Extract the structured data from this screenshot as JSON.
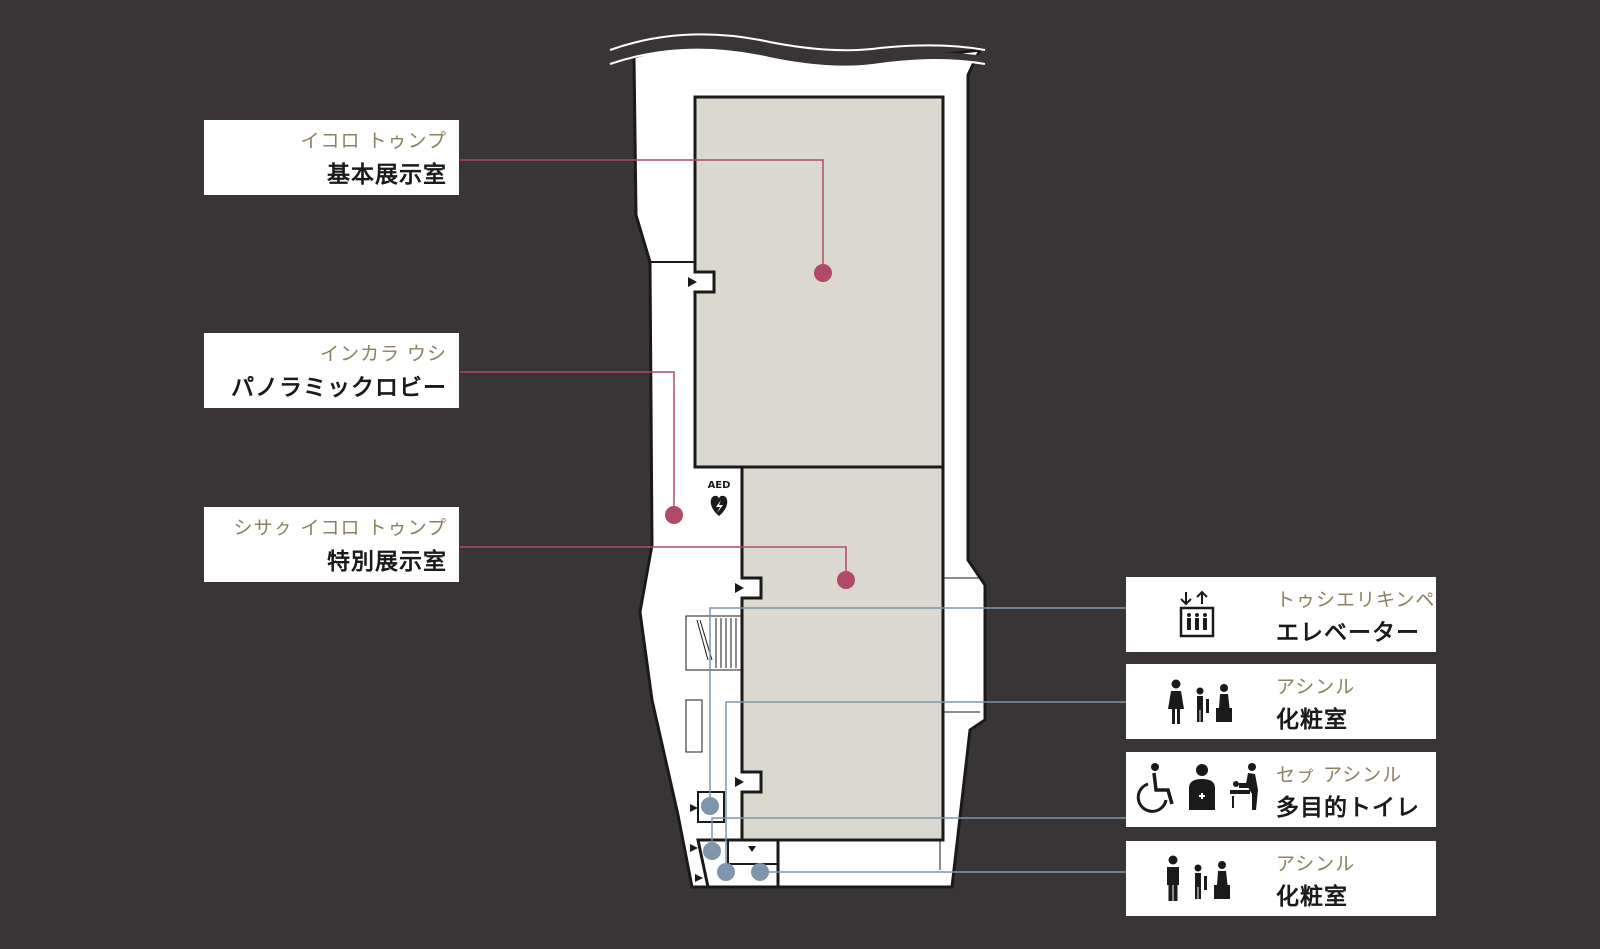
{
  "colors": {
    "background": "#393536",
    "floor": "#ffffff",
    "exhibition_room": "#dbd8cf",
    "room_leader": "#b14a68",
    "facility_leader": "#7f95aa",
    "ainu_text": "#8c8060"
  },
  "rooms": [
    {
      "ainu": "イコロ トゥンプ",
      "ja": "基本展示室",
      "marker": "magenta-dot"
    },
    {
      "ainu": "インカラ ウシ",
      "ja": "パノラミックロビー",
      "marker": "magenta-dot"
    },
    {
      "ainu": "シサㇰ イコロ トゥンプ",
      "ja": "特別展示室",
      "marker": "magenta-dot"
    }
  ],
  "facilities": [
    {
      "ainu": "トゥシエリキンペ",
      "ja": "エレベーター",
      "icons": [
        "elevator-icon"
      ]
    },
    {
      "ainu": "アシンル",
      "ja": "化粧室",
      "icons": [
        "female-toilet-icon",
        "child-urinal-icon",
        "child-toilet-icon"
      ]
    },
    {
      "ainu": "セㇷ゚ アシンル",
      "ja": "多目的トイレ",
      "icons": [
        "wheelchair-icon",
        "ostomate-icon",
        "baby-changing-icon"
      ]
    },
    {
      "ainu": "アシンル",
      "ja": "化粧室",
      "icons": [
        "male-toilet-icon",
        "child-urinal-icon",
        "child-toilet-icon"
      ]
    }
  ],
  "aed": {
    "label": "AED",
    "icon": "aed-heart-icon"
  }
}
